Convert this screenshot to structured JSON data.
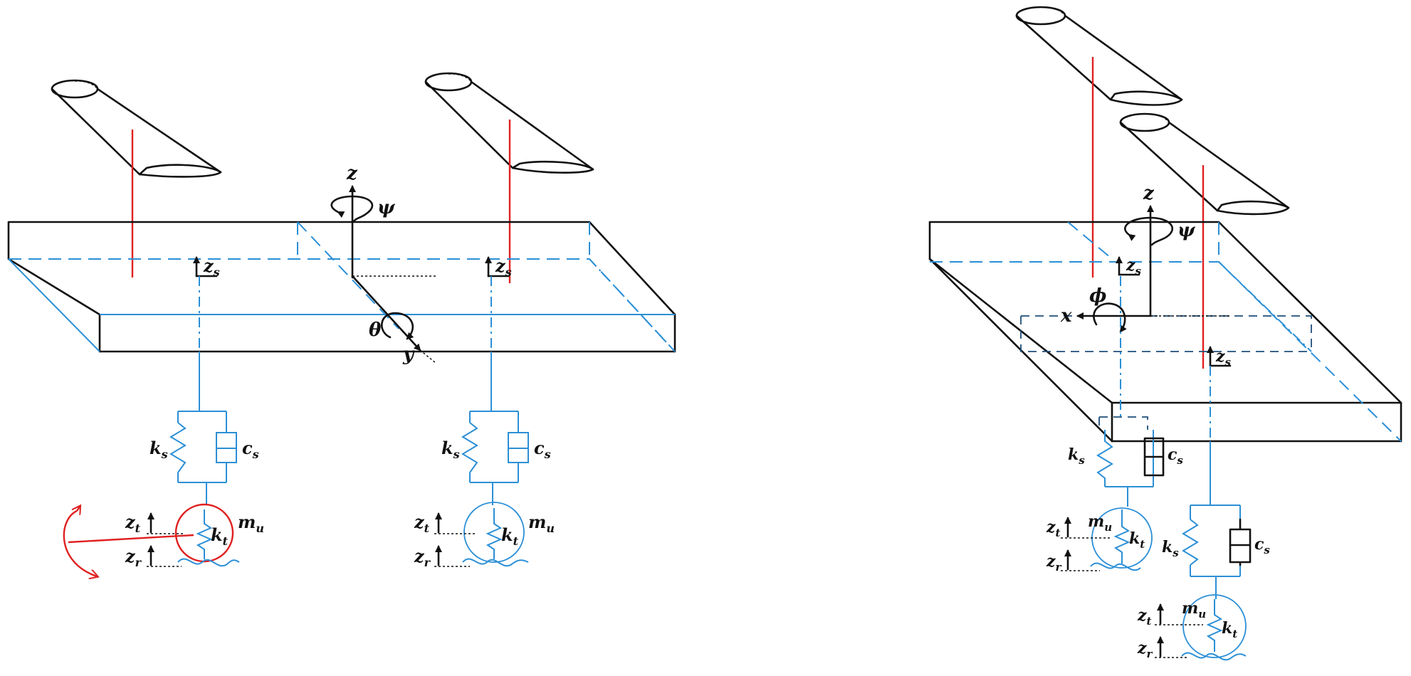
{
  "colors": {
    "outline": "#111111",
    "suspension_blue": "#2b8fd6",
    "hidden_navy": "#1f4f7a",
    "rotor_red": "#e02020",
    "background": "#ffffff"
  },
  "left_view": {
    "axes": {
      "z": "z",
      "y": "y",
      "psi": "ψ",
      "theta": "θ"
    },
    "body_heave_labels": [
      "z",
      "z"
    ],
    "body_heave_subscript": "s",
    "corners": [
      {
        "ks": "k",
        "ks_sub": "s",
        "cs": "c",
        "cs_sub": "s",
        "mu": "m",
        "mu_sub": "u",
        "kt": "k",
        "kt_sub": "t",
        "zt": "z",
        "zt_sub": "t",
        "zr": "z",
        "zr_sub": "r"
      },
      {
        "ks": "k",
        "ks_sub": "s",
        "cs": "c",
        "cs_sub": "s",
        "mu": "m",
        "mu_sub": "u",
        "kt": "k",
        "kt_sub": "t",
        "zt": "z",
        "zt_sub": "t",
        "zr": "z",
        "zr_sub": "r"
      }
    ]
  },
  "right_view": {
    "axes": {
      "z": "z",
      "x": "x",
      "psi": "ψ",
      "phi": "ϕ"
    },
    "body_heave_labels": [
      "z",
      "z"
    ],
    "body_heave_subscript": "s",
    "corners": [
      {
        "ks": "k",
        "ks_sub": "s",
        "cs": "c",
        "cs_sub": "s",
        "mu": "m",
        "mu_sub": "u",
        "kt": "k",
        "kt_sub": "t",
        "zt": "z",
        "zt_sub": "t",
        "zr": "z",
        "zr_sub": "r"
      },
      {
        "ks": "k",
        "ks_sub": "s",
        "cs": "c",
        "cs_sub": "s",
        "mu": "m",
        "mu_sub": "u",
        "kt": "k",
        "kt_sub": "t",
        "zt": "z",
        "zt_sub": "t",
        "zr": "z",
        "zr_sub": "r"
      }
    ]
  }
}
